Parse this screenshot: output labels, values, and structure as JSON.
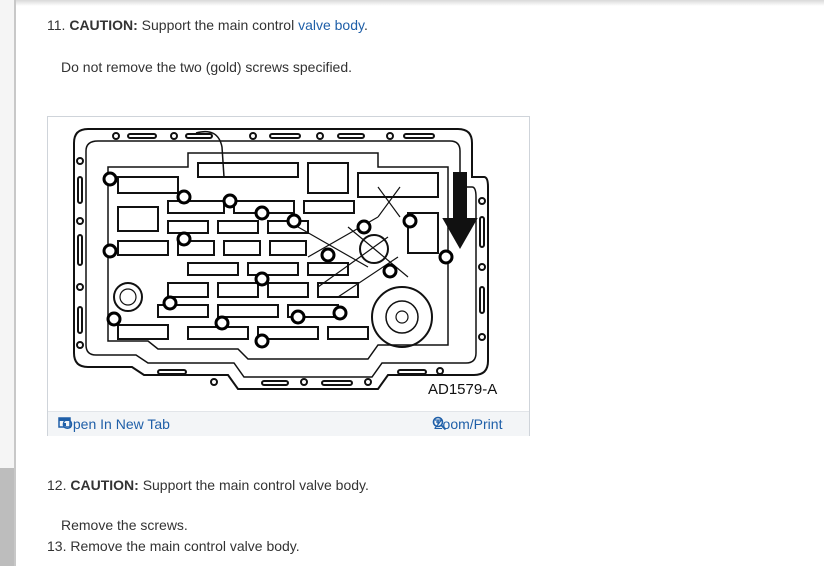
{
  "steps": [
    {
      "number": "11.",
      "caution_label": "CAUTION:",
      "caution_text": "Support the main control",
      "caution_link": "valve body",
      "caution_end": ".",
      "note": "Do not remove the two (gold) screws specified."
    },
    {
      "number": "12.",
      "caution_label": "CAUTION:",
      "caution_text": "Support the main control valve body.",
      "note": "Remove the screws."
    },
    {
      "number": "13.",
      "text": "Remove the main control valve body."
    }
  ],
  "figure": {
    "label": "AD1579-A",
    "open_tab_label": "Open In New Tab",
    "zoom_label": "Zoom/Print",
    "icons": {
      "open_tab": "open-in-new-tab-icon",
      "zoom": "zoom-icon"
    }
  },
  "colors": {
    "link": "#1f5fa8",
    "text": "#333333",
    "footer_bg": "#f3f5f7"
  }
}
